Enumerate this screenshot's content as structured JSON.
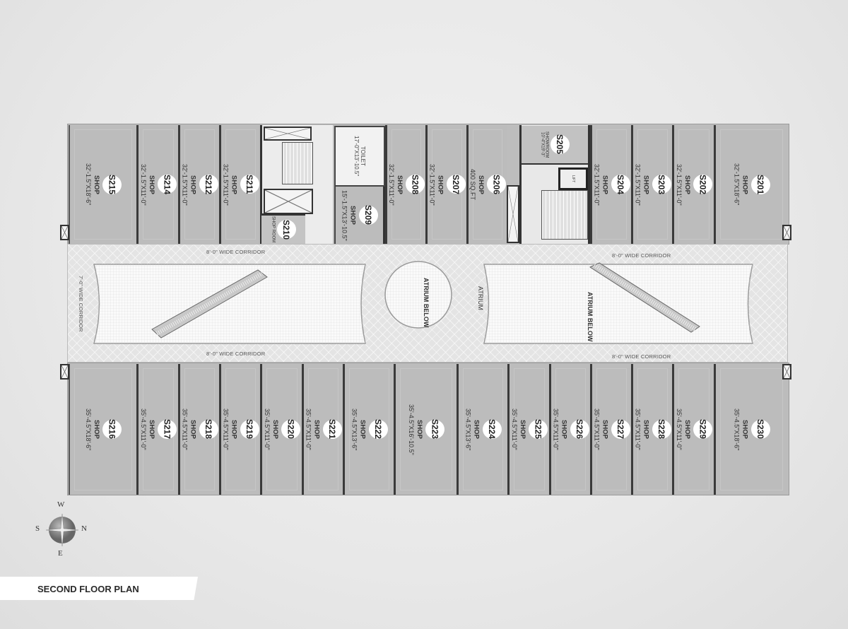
{
  "title": "SECOND FLOOR PLAN",
  "compass": {
    "top": "W",
    "left": "S",
    "right": "N",
    "bottom": "E"
  },
  "top_units": [
    {
      "code": "S215",
      "type": "SHOP",
      "dims": "32'-1.5\"X18'-6\""
    },
    {
      "code": "S214",
      "type": "SHOP",
      "dims": "32'-1.5\"X11'-0\""
    },
    {
      "code": "S212",
      "type": "SHOP",
      "dims": "32'-1.5\"X11'-0\""
    },
    {
      "code": "S211",
      "type": "SHOP",
      "dims": "32'-1.5\"X11'-0\""
    },
    {
      "code": "S210",
      "type": "SHOP ROOM",
      "dims": ""
    },
    {
      "code": "S209",
      "type": "SHOP",
      "dims": "15'-1.5\"X13'-10.5\""
    },
    {
      "code": "S208",
      "type": "SHOP",
      "dims": "32'-1.5\"X11'-0\""
    },
    {
      "code": "S207",
      "type": "SHOP",
      "dims": "32'-1.5\"X11'-0\""
    },
    {
      "code": "S206",
      "type": "SHOP",
      "dims": "400 SQ.FT"
    },
    {
      "code": "S205",
      "type": "SHOWROOM",
      "dims": "10'-4\"X19'-3\""
    },
    {
      "code": "S204",
      "type": "SHOP",
      "dims": "32'-1.5\"X11'-0\""
    },
    {
      "code": "S203",
      "type": "SHOP",
      "dims": "32'-1.5\"X11'-0\""
    },
    {
      "code": "S202",
      "type": "SHOP",
      "dims": "32'-1.5\"X11'-0\""
    },
    {
      "code": "S201",
      "type": "SHOP",
      "dims": "32'-1.5\"X18'-6\""
    }
  ],
  "toilet": {
    "label": "TOILET",
    "dims": "17'-0\"X13'-10.5\""
  },
  "lift": "LIFT",
  "bottom_units": [
    {
      "code": "S216",
      "type": "SHOP",
      "dims": "35'-4.5\"X18'-6\""
    },
    {
      "code": "S217",
      "type": "SHOP",
      "dims": "35'-4.5\"X11'-0\""
    },
    {
      "code": "S218",
      "type": "SHOP",
      "dims": "35'-4.5\"X11'-0\""
    },
    {
      "code": "S219",
      "type": "SHOP",
      "dims": "35'-4.5\"X11'-0\""
    },
    {
      "code": "S220",
      "type": "SHOP",
      "dims": "35'-4.5\"X11'-0\""
    },
    {
      "code": "S221",
      "type": "SHOP",
      "dims": "35'-4.5\"X11'-0\""
    },
    {
      "code": "S222",
      "type": "SHOP",
      "dims": "35'-4.5\"X13'-6\""
    },
    {
      "code": "S223",
      "type": "SHOP",
      "dims": "35'-4.5\"X16'-10.5\""
    },
    {
      "code": "S224",
      "type": "SHOP",
      "dims": "35'-4.5\"X13'-6\""
    },
    {
      "code": "S225",
      "type": "SHOP",
      "dims": "35'-4.5\"X11'-0\""
    },
    {
      "code": "S226",
      "type": "SHOP",
      "dims": "35'-4.5\"X11'-0\""
    },
    {
      "code": "S227",
      "type": "SHOP",
      "dims": "35'-4.5\"X11'-0\""
    },
    {
      "code": "S228",
      "type": "SHOP",
      "dims": "35'-4.5\"X11'-0\""
    },
    {
      "code": "S229",
      "type": "SHOP",
      "dims": "35'-4.5\"X11'-0\""
    },
    {
      "code": "S230",
      "type": "SHOP",
      "dims": "35'-4.5\"X18'-6\""
    }
  ],
  "corridor": {
    "top_left": "8'-0\" WIDE CORRIDOR",
    "top_right": "8'-0\" WIDE CORRIDOR",
    "bottom_left": "8'-0\" WIDE CORRIDOR",
    "bottom_right": "8'-0\" WIDE CORRIDOR",
    "side_left": "7'-0\" WIDE CORRIDOR"
  },
  "atrium": {
    "below_label": "ATRIUM BELOW",
    "circle_label": "ATRIUM BELOW",
    "center_label": "ATRIUM"
  }
}
